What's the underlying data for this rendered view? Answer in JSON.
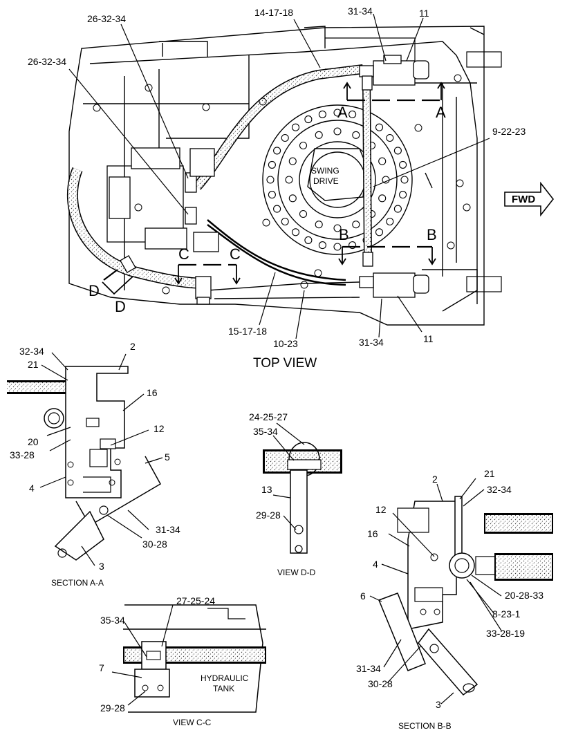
{
  "top_view": {
    "title": "TOP VIEW",
    "swing_drive_line1": "SWING",
    "swing_drive_line2": "DRIVE",
    "fwd": "FWD",
    "section_marks": {
      "A": "A",
      "B": "B",
      "C": "C",
      "D": "D"
    },
    "callouts": {
      "c_26_32_34_a": "26-32-34",
      "c_26_32_34_b": "26-32-34",
      "c_14_17_18": "14-17-18",
      "c_31_34_top": "31-34",
      "c_11_top": "11",
      "c_9_22_23": "9-22-23",
      "c_15_17_18": "15-17-18",
      "c_10_23": "10-23",
      "c_31_34_bottom": "31-34",
      "c_11_bottom": "11"
    }
  },
  "section_aa": {
    "title": "SECTION A-A",
    "callouts": {
      "c_32_34": "32-34",
      "c_21": "21",
      "c_2": "2",
      "c_16": "16",
      "c_12": "12",
      "c_20": "20",
      "c_33_28": "33-28",
      "c_5": "5",
      "c_4": "4",
      "c_31_34": "31-34",
      "c_30_28": "30-28",
      "c_3": "3"
    }
  },
  "view_dd": {
    "title": "VIEW D-D",
    "callouts": {
      "c_24_25_27": "24-25-27",
      "c_35_34": "35-34",
      "c_13": "13",
      "c_29_28": "29-28"
    }
  },
  "section_bb": {
    "title": "SECTION B-B",
    "callouts": {
      "c_2": "2",
      "c_21": "21",
      "c_32_34": "32-34",
      "c_12": "12",
      "c_16": "16",
      "c_4": "4",
      "c_6": "6",
      "c_20_28_33": "20-28-33",
      "c_8_23_1": "8-23-1",
      "c_33_28_19": "33-28-19",
      "c_31_34": "31-34",
      "c_30_28": "30-28",
      "c_3": "3"
    }
  },
  "view_cc": {
    "title": "VIEW C-C",
    "hydraulic_line1": "HYDRAULIC",
    "hydraulic_line2": "TANK",
    "callouts": {
      "c_27_25_24": "27-25-24",
      "c_35_34": "35-34",
      "c_7": "7",
      "c_29_28": "29-28"
    }
  }
}
